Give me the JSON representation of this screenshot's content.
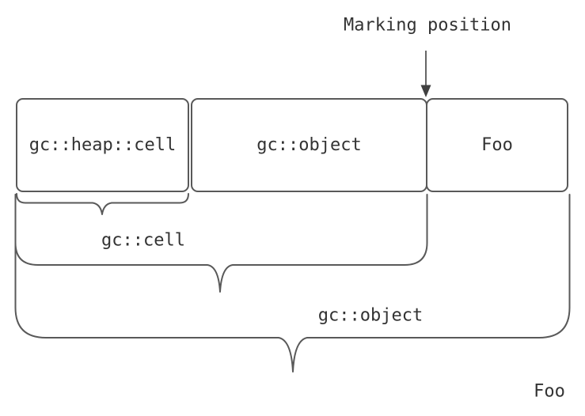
{
  "diagram": {
    "marking_position_label": "Marking position",
    "boxes": [
      {
        "id": "heap-cell",
        "label": "gc::heap::cell"
      },
      {
        "id": "object",
        "label": "gc::object"
      },
      {
        "id": "foo",
        "label": "Foo"
      }
    ],
    "brace_labels": [
      {
        "id": "cell",
        "label": "gc::cell"
      },
      {
        "id": "object-full",
        "label": "gc::object"
      },
      {
        "id": "foo-full",
        "label": "Foo"
      }
    ],
    "colors": {
      "stroke": "#595959",
      "text": "#333333",
      "arrow": "#404040",
      "background": "#ffffff"
    }
  }
}
